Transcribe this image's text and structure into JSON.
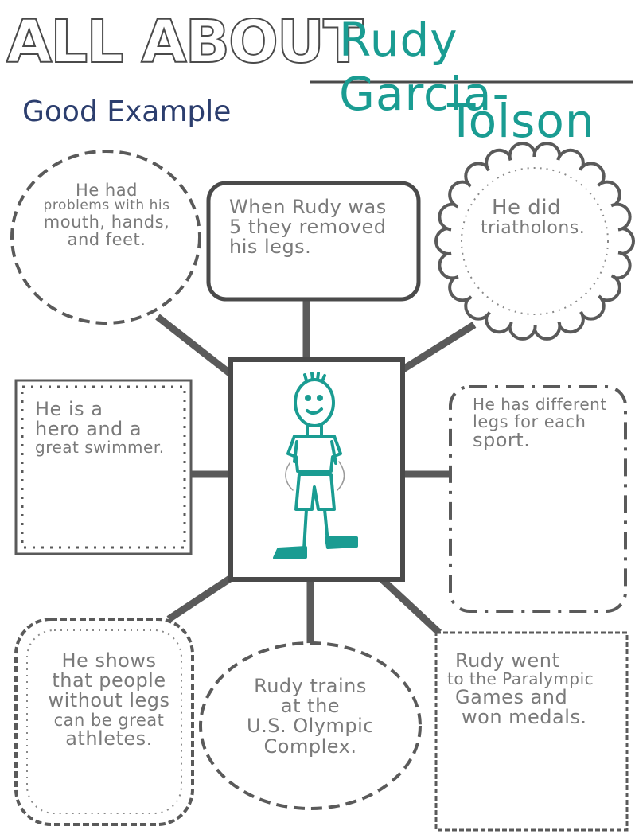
{
  "header": {
    "title": "ALL ABOUT",
    "name_line1": "Rudy Garcia-",
    "name_line2": "Tolson",
    "subtitle": "Good Example"
  },
  "facts": {
    "top_left": [
      "He had",
      "problems with his",
      "mouth, hands,",
      "and feet."
    ],
    "top_center": [
      "When Rudy was",
      "5 they removed",
      "his legs."
    ],
    "top_right": [
      "He did",
      "triatholons."
    ],
    "mid_left": [
      "He is a",
      "hero and a",
      "great swimmer."
    ],
    "mid_right": [
      "He has different",
      "legs for each",
      "sport."
    ],
    "bottom_left": [
      "He shows",
      "that people",
      "without legs",
      "can be great",
      "athletes."
    ],
    "bottom_center": [
      "Rudy trains",
      "at the",
      "U.S. Olympic",
      "Complex."
    ],
    "bottom_right": [
      "Rudy went",
      "to the Paralympic",
      "Games and",
      "won medals."
    ]
  },
  "colors": {
    "ink": "#4a4a4a",
    "pencil": "#7a7a7a",
    "name_teal": "#1a9c92",
    "subtitle_blue": "#2c3e6e"
  }
}
